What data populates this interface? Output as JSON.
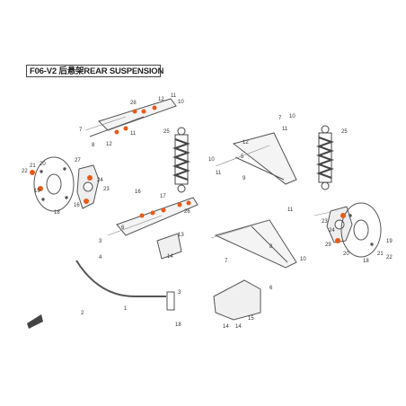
{
  "title": "F06-V2 后悬架REAR SUSPENSION",
  "callouts": {
    "c1": "1",
    "c2": "2",
    "c3": "3",
    "c4": "4",
    "c5": "5",
    "c6": "6",
    "c7": "7",
    "c8": "8",
    "c9": "9",
    "c10": "10",
    "c11": "11",
    "c12": "12",
    "c13": "13",
    "c14": "14",
    "c15": "15",
    "c16": "16",
    "c17": "17",
    "c18": "18",
    "c19": "19",
    "c20": "20",
    "c21": "21",
    "c22": "22",
    "c23": "23",
    "c24": "24",
    "c25": "25",
    "c26": "26",
    "c27": "27",
    "c28": "28",
    "c29": "29"
  },
  "colors": {
    "line": "#5a5a5a",
    "orange": "#e85a1a",
    "spring": "#444444",
    "paper": "#ffffff"
  }
}
